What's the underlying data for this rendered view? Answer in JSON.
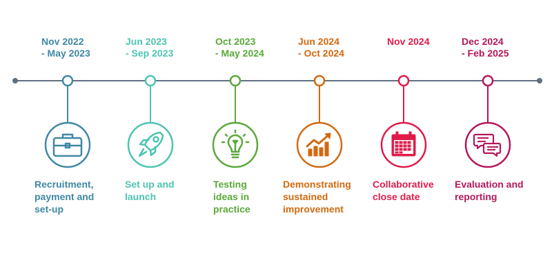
{
  "milestones": [
    {
      "date": "Nov 2022\n- May 2023",
      "label": "Recruitment,\npayment and\nset-up",
      "color": "#3f88a3",
      "icon": "briefcase-icon"
    },
    {
      "date": "Jun 2023\n- Sep 2023",
      "label": "Set up and\nlaunch",
      "color": "#4cc4b0",
      "icon": "rocket-icon"
    },
    {
      "date": "Oct 2023\n- May 2024",
      "label": "Testing\nideas in\npractice",
      "color": "#5aa83a",
      "icon": "lightbulb-icon"
    },
    {
      "date": "Jun 2024\n- Oct 2024",
      "label": "Demonstrating\nsustained\nimprovement",
      "color": "#d2690f",
      "icon": "growth-chart-icon"
    },
    {
      "date": "Nov 2024",
      "label": "Collaborative\nclose date",
      "color": "#e01b4a",
      "icon": "calendar-icon"
    },
    {
      "date": "Dec 2024\n- Feb 2025",
      "label": "Evaluation and\nreporting",
      "color": "#b3175b",
      "icon": "chat-bubbles-icon"
    }
  ],
  "line_color": "#5f6f80"
}
